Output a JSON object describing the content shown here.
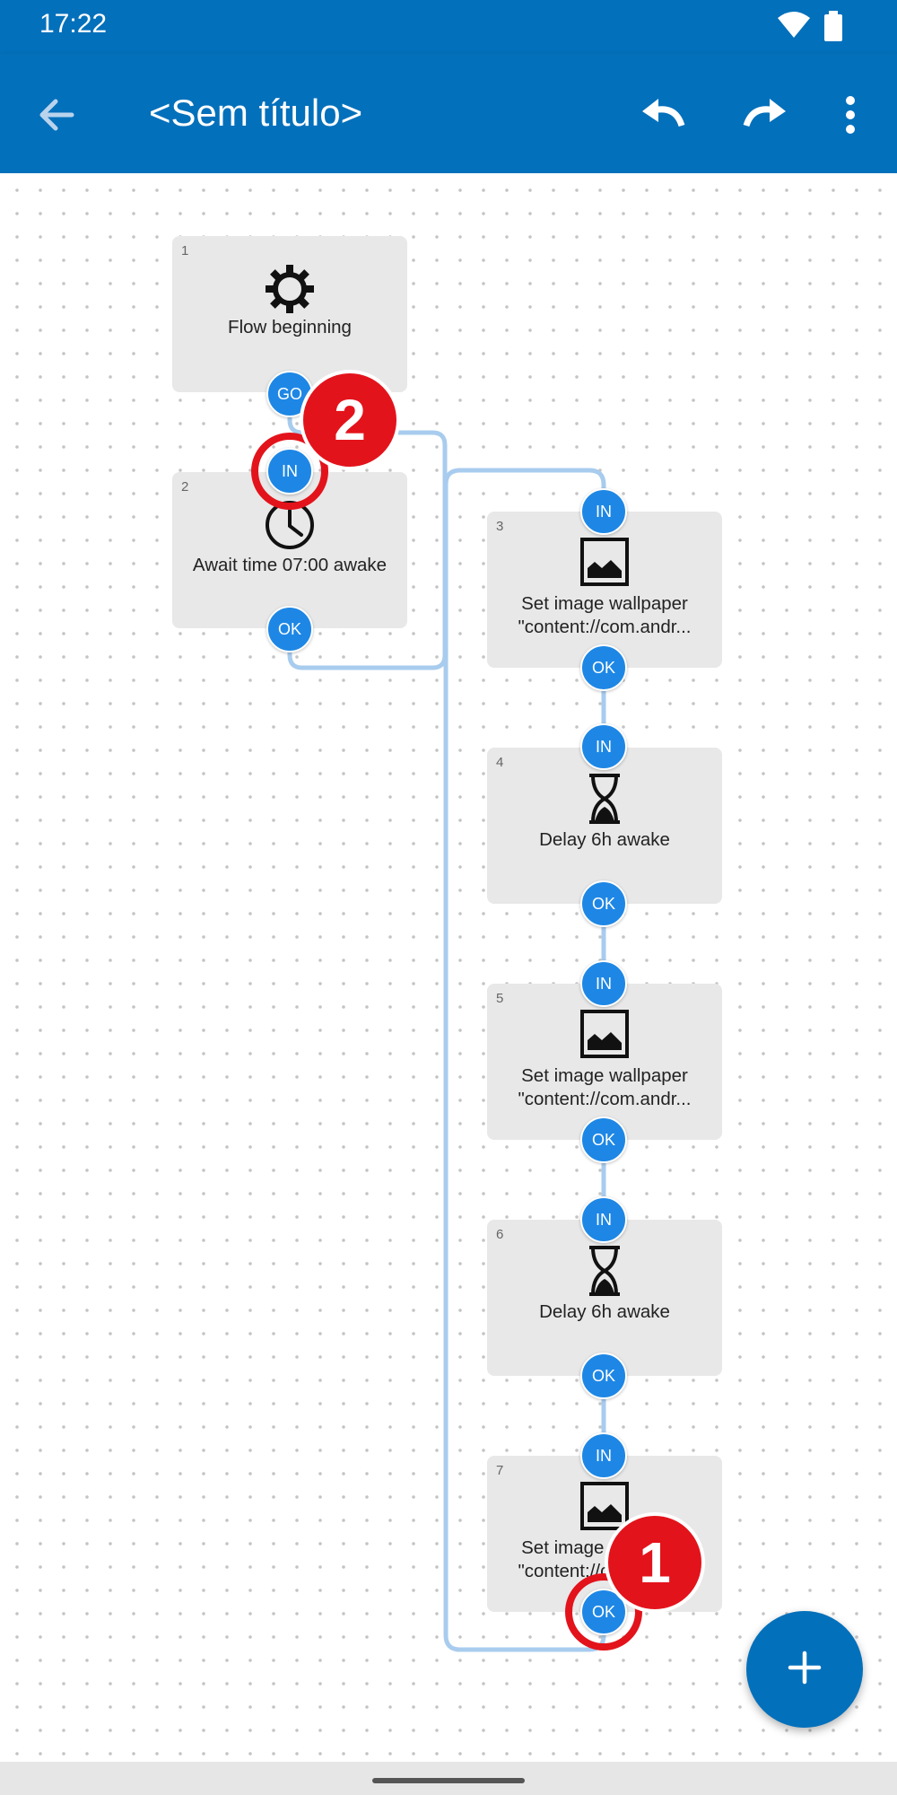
{
  "status_bar": {
    "time": "17:22"
  },
  "app_bar": {
    "title": "<Sem título>",
    "back_icon": "arrow-back-icon",
    "undo_icon": "undo-icon",
    "redo_icon": "redo-icon",
    "more_icon": "more-vert-icon"
  },
  "nodes": [
    {
      "number": "1",
      "label": "Flow beginning",
      "icon": "gear-icon",
      "ports": [
        "GO"
      ]
    },
    {
      "number": "2",
      "label": "Await time 07:00 awake",
      "icon": "clock-icon",
      "ports": [
        "IN",
        "OK"
      ]
    },
    {
      "number": "3",
      "label_line1": "Set image wallpaper",
      "label_line2": "\"content://com.andr...",
      "icon": "image-icon",
      "ports": [
        "IN",
        "OK"
      ]
    },
    {
      "number": "4",
      "label": "Delay 6h awake",
      "icon": "hourglass-icon",
      "ports": [
        "IN",
        "OK"
      ]
    },
    {
      "number": "5",
      "label_line1": "Set image wallpaper",
      "label_line2": "\"content://com.andr...",
      "icon": "image-icon",
      "ports": [
        "IN",
        "OK"
      ]
    },
    {
      "number": "6",
      "label": "Delay 6h awake",
      "icon": "hourglass-icon",
      "ports": [
        "IN",
        "OK"
      ]
    },
    {
      "number": "7",
      "label_line1": "Set image wallpaper",
      "label_line2": "\"content://com.andr...",
      "icon": "image-icon",
      "ports": [
        "IN",
        "OK"
      ]
    }
  ],
  "ports": {
    "go": "GO",
    "in": "IN",
    "ok": "OK"
  },
  "annotations": {
    "badge_1": "1",
    "badge_2": "2"
  },
  "fab": {
    "icon": "plus-icon"
  },
  "colors": {
    "app_bar": "#0370bb",
    "port": "#1e87e5",
    "connector": "#a8ccee",
    "highlight": "#e3131b",
    "node_bg": "#e8e8e8"
  }
}
